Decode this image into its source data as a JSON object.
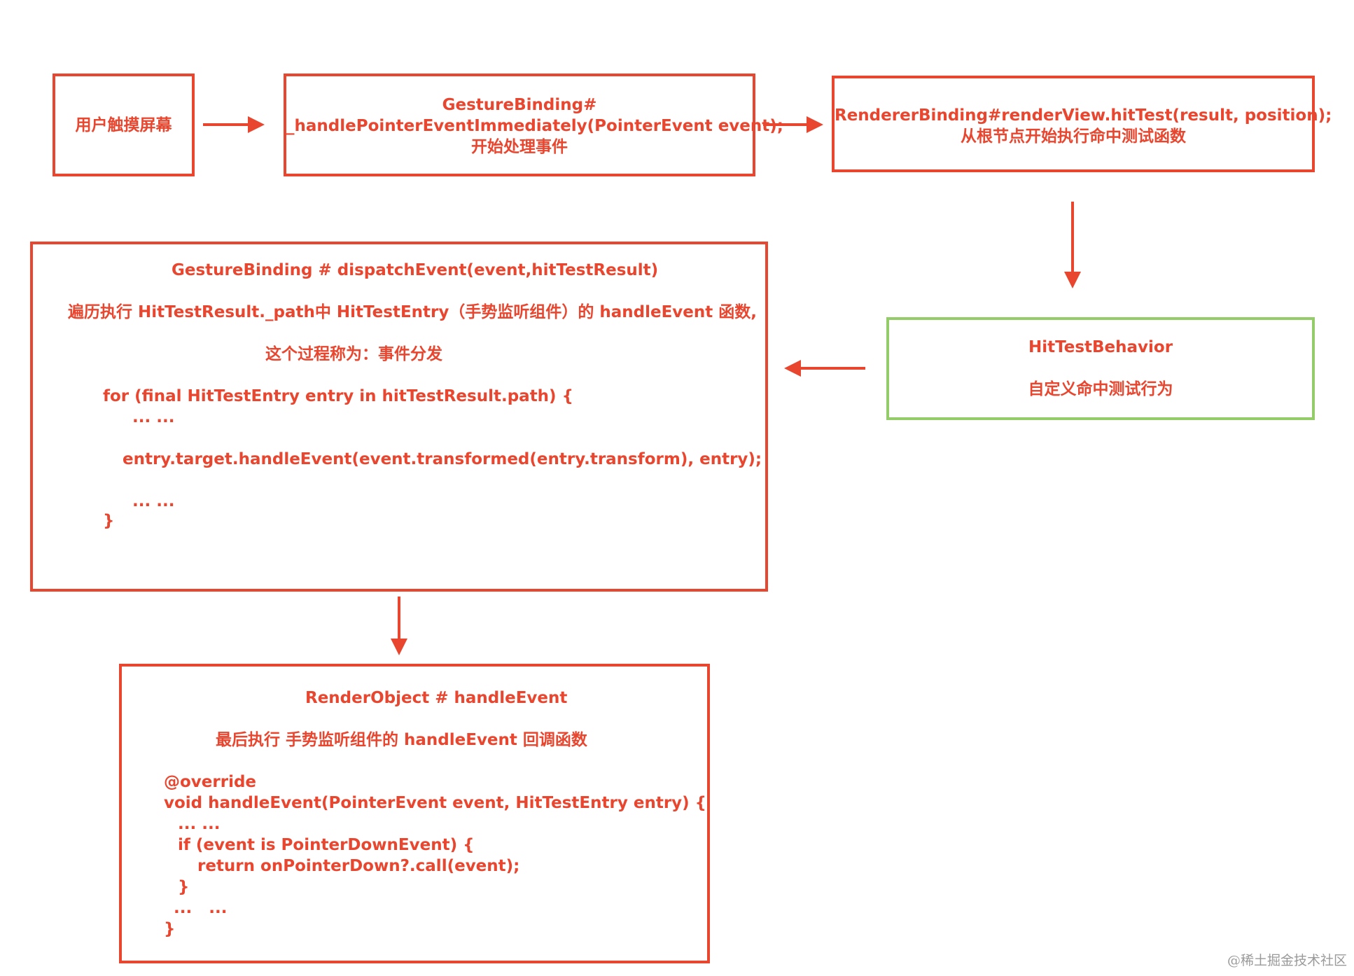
{
  "colors": {
    "accent": "#e8462f",
    "green": "#95cc6a",
    "watermark": "#9a9a9a"
  },
  "boxes": {
    "touch": {
      "label": "用户触摸屏幕"
    },
    "handle_pointer": {
      "lines": [
        "GestureBinding#",
        "_handlePointerEventImmediately(PointerEvent event);",
        "开始处理事件"
      ]
    },
    "hit_test": {
      "lines": [
        "RendererBinding#renderView.hitTest(result, position);",
        "从根节点开始执行命中测试函数"
      ]
    },
    "behavior": {
      "title": "HitTestBehavior",
      "desc": "自定义命中测试行为"
    },
    "dispatch": {
      "title": "GestureBinding # dispatchEvent(event,hitTestResult)",
      "desc1": "遍历执行 HitTestResult._path中 HitTestEntry（手势监听组件）的 handleEvent 函数,",
      "desc2": "这个过程称为：事件分发",
      "code": [
        "for (final HitTestEntry entry in hitTestResult.path) {",
        "... ...",
        "entry.target.handleEvent(event.transformed(entry.transform), entry);",
        "... ...",
        "}"
      ]
    },
    "render_object": {
      "title": "RenderObject # handleEvent",
      "desc": "最后执行 手势监听组件的 handleEvent 回调函数",
      "code": [
        "@override",
        "void handleEvent(PointerEvent event, HitTestEntry entry) {",
        "... ...",
        "if (event is PointerDownEvent) {",
        "return onPointerDown?.call(event);",
        "}",
        "...   ...",
        "}"
      ]
    }
  },
  "watermark": "@稀土掘金技术社区"
}
